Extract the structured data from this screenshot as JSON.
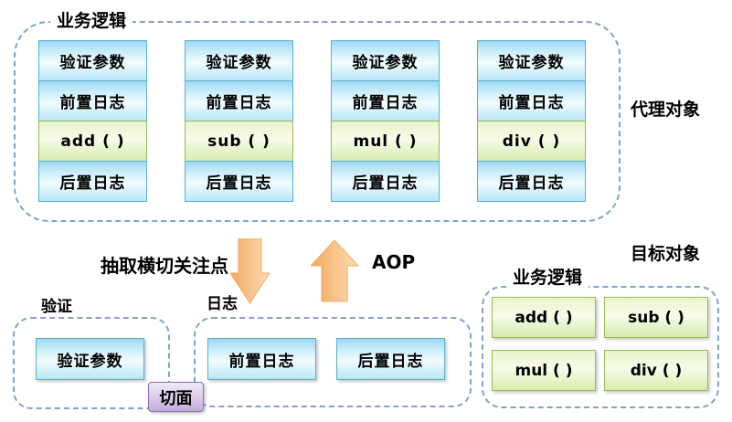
{
  "colors": {
    "dashed_border": "#7fa3cb",
    "blue_box_border": "#55b0d5",
    "blue_box_fill_top": "#9fd8f2",
    "blue_box_fill_bottom": "#b7e6f7",
    "green_box_border": "#97b959",
    "green_box_fill_bottom": "#d7ecae",
    "purple_box_border": "#8e6fb0",
    "purple_box_fill": "#c2abdb",
    "arrow_orange_dark": "#f2a95f",
    "arrow_orange_light": "#fcdcb4"
  },
  "proxy_group": {
    "label": "业务逻辑",
    "side_label": "代理对象",
    "columns": [
      {
        "cells": [
          "验证参数",
          "前置日志",
          "add ( )",
          "后置日志"
        ]
      },
      {
        "cells": [
          "验证参数",
          "前置日志",
          "sub ( )",
          "后置日志"
        ]
      },
      {
        "cells": [
          "验证参数",
          "前置日志",
          "mul ( )",
          "后置日志"
        ]
      },
      {
        "cells": [
          "验证参数",
          "前置日志",
          "div ( )",
          "后置日志"
        ]
      }
    ]
  },
  "middle": {
    "extract_label": "抽取横切关注点",
    "aop_label": "AOP"
  },
  "validation_group": {
    "label": "验证",
    "boxes": [
      "验证参数"
    ]
  },
  "log_group": {
    "label": "日志",
    "boxes": [
      "前置日志",
      "后置日志"
    ]
  },
  "aspect_label": "切面",
  "target_group": {
    "side_label": "目标对象",
    "label": "业务逻辑",
    "boxes": [
      "add ( )",
      "sub ( )",
      "mul ( )",
      "div ( )"
    ]
  }
}
